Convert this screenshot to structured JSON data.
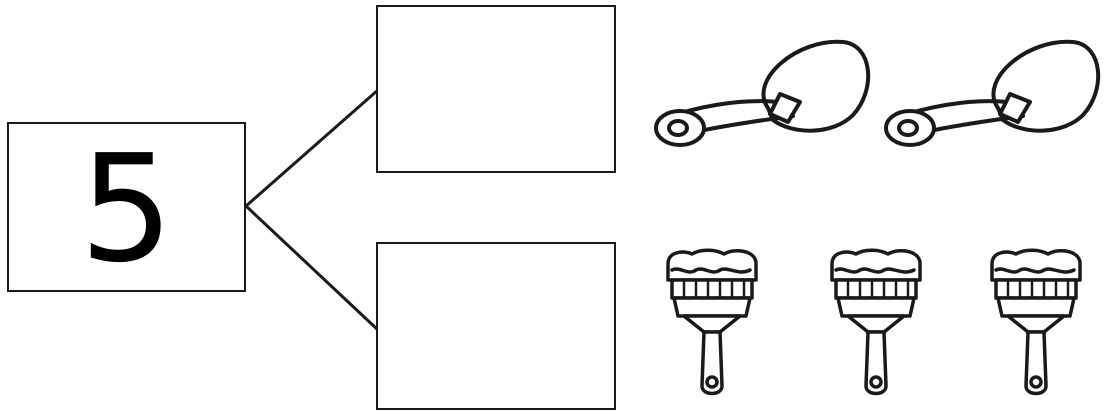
{
  "whole": {
    "value": "5"
  },
  "parts": {
    "top": {
      "value": ""
    },
    "bottom": {
      "value": ""
    }
  },
  "groups": [
    {
      "icon": "safety-pin-icon",
      "count": 2
    },
    {
      "icon": "paintbrush-icon",
      "count": 3
    }
  ],
  "colors": {
    "ink": "#1a1a1a",
    "background": "#ffffff"
  }
}
